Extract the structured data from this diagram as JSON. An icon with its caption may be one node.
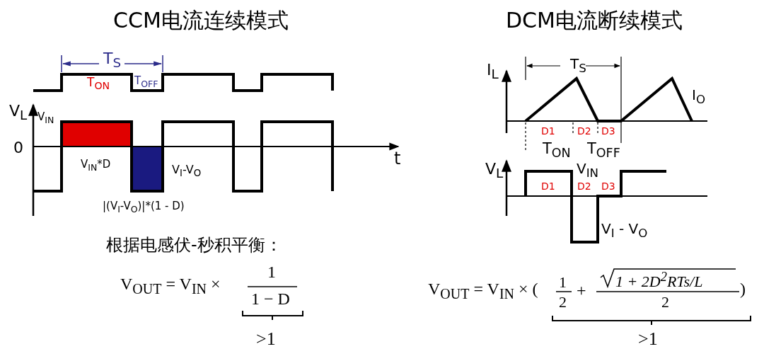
{
  "diagram": {
    "labels": [
      "CCM电流连续模式",
      "DCM电流断续模式",
      "T$_{S}$",
      "I$_{L}$",
      "T$_{S}$",
      "T$_{ON}$",
      "T$_{OFF}$",
      "I$_{O}$",
      "V$_{L}$",
      "V$_{IN}$",
      "D1",
      "D2",
      "D3",
      "0",
      "T$_{ON}$",
      "T$_{OFF}$",
      "t",
      "V$_{IN}$*D",
      "V$_{I}$-V$_{O}$",
      "V$_{L}$",
      "V$_{IN}$",
      "D1",
      "D2",
      "D3",
      "|(V$_{I}$-V$_{O}$)|*(1 - D)",
      "V$_{I}$ - V$_{O}$",
      "根据电感伏-秒积平衡：",
      "V$_{OUT}$ = V$_{IN}$ ×",
      "1",
      "1 − D",
      "V$_{OUT}$ = V$_{IN}$ × (",
      "1",
      "2",
      "+",
      "1 + 2D$^{2}$RTs/L",
      "2",
      ")",
      ">1",
      ">1"
    ]
  }
}
